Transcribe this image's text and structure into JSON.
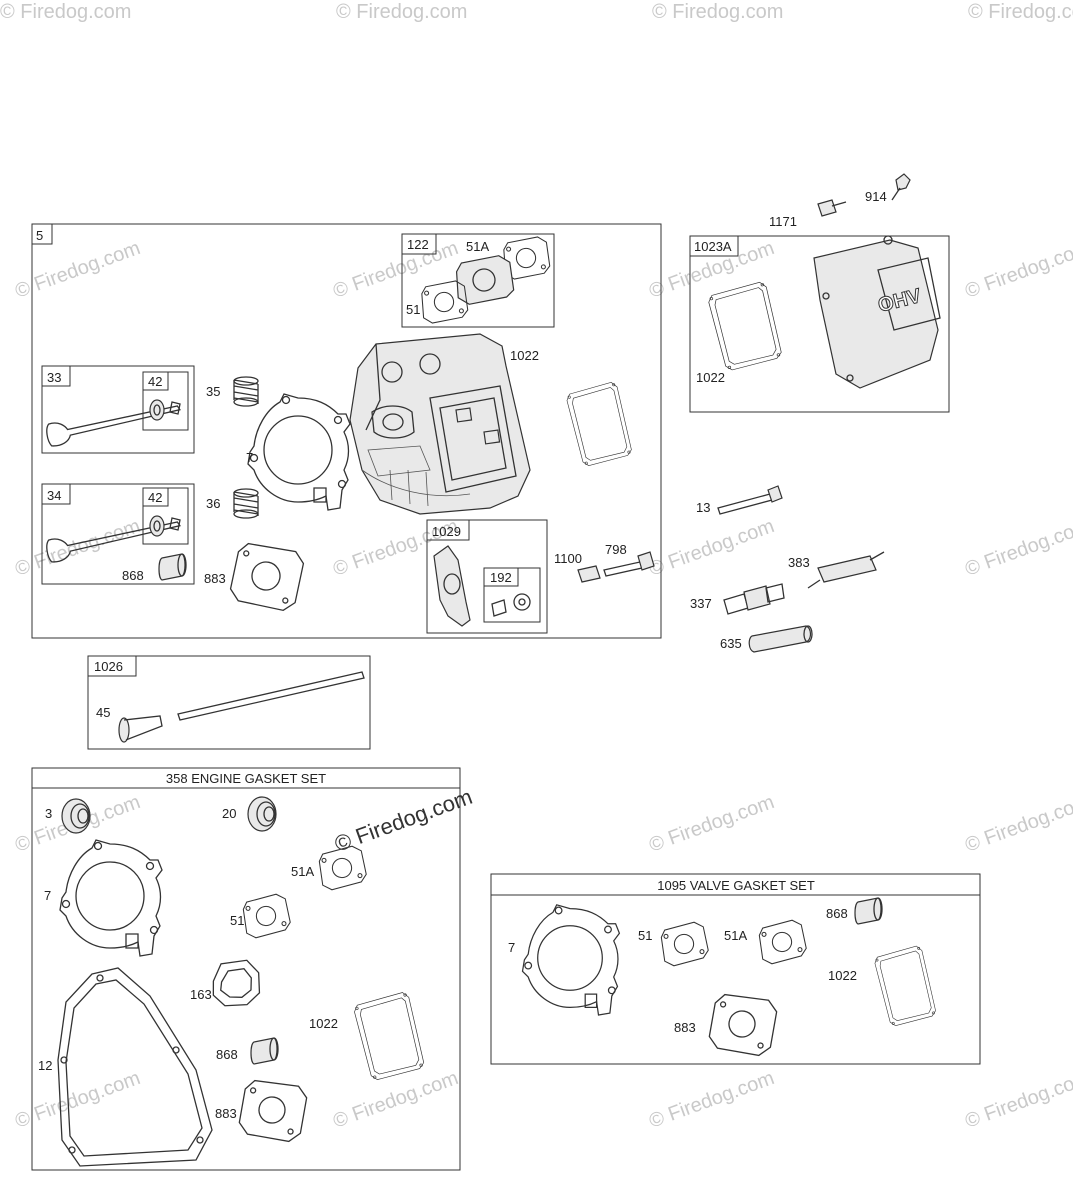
{
  "watermark": {
    "text": "© Firedog.com",
    "text_large": "© Firedog.com"
  },
  "boxes": {
    "main": "5",
    "intake": "122",
    "exhaust_valve": "33",
    "exhaust_retainer": "42",
    "intake_valve": "34",
    "intake_retainer": "42",
    "rocker": "1029",
    "rocker_sub": "192",
    "cover": "1023A",
    "pushrod": "1026",
    "engine_gasket_set": "358 ENGINE GASKET SET",
    "valve_gasket_set": "1095 VALVE GASKET SET"
  },
  "labels": {
    "l914": "914",
    "l1171": "1171",
    "l51A_intake": "51A",
    "l51_intake": "51",
    "l1022_main": "1022",
    "l1022_cover": "1022",
    "l35": "35",
    "l7_main": "7",
    "l36": "36",
    "l883_main": "883",
    "l868_main": "868",
    "l1100": "1100",
    "l798": "798",
    "l13": "13",
    "l383": "383",
    "l337": "337",
    "l635": "635",
    "l45": "45",
    "g3": "3",
    "g20": "20",
    "g51A": "51A",
    "g7": "7",
    "g51": "51",
    "g163": "163",
    "g12": "12",
    "g1022": "1022",
    "g868": "868",
    "g883": "883",
    "v7": "7",
    "v51": "51",
    "v51A": "51A",
    "v868": "868",
    "v1022": "1022",
    "v883": "883"
  },
  "cover_marking": "OHV"
}
